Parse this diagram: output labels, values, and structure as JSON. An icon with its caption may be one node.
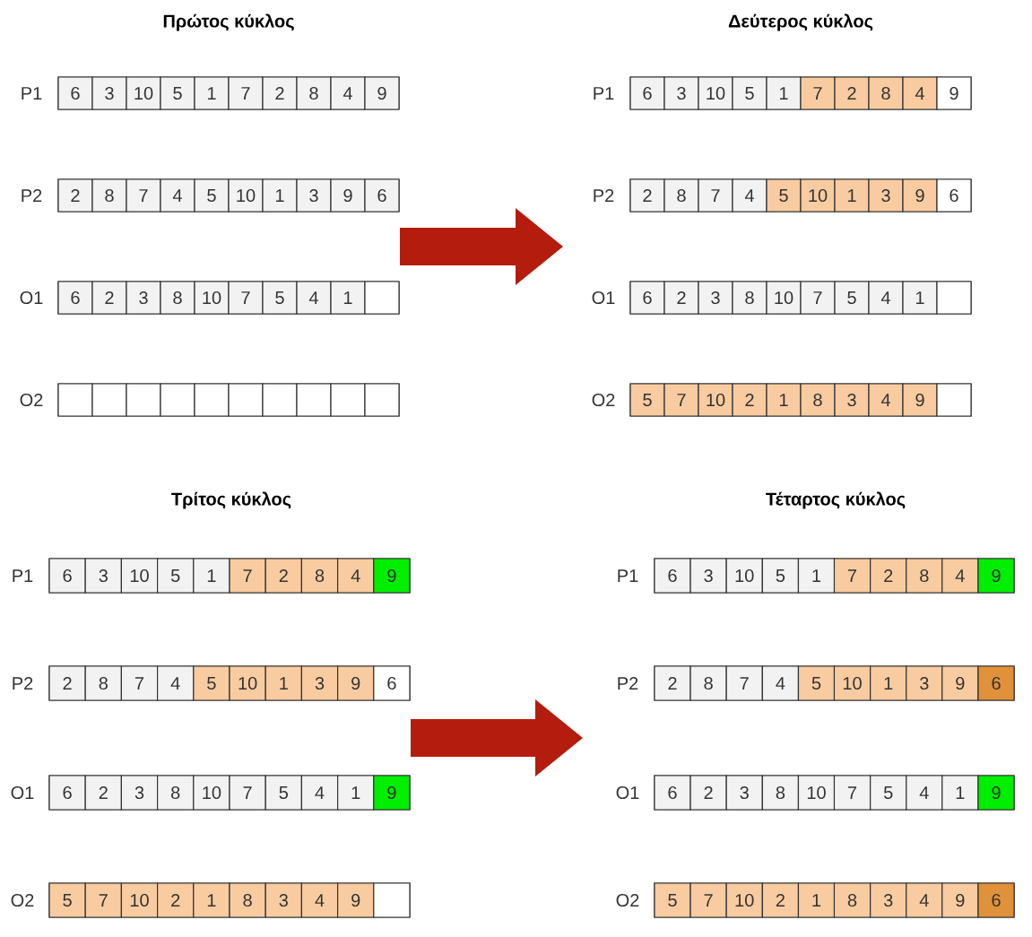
{
  "diagram": {
    "nodes": [
      {
        "text": [],
        "shape": "box",
        "beside": [
          "P1"
        ]
      },
      {
        "text": [
          "6"
        ],
        "in": 0
      },
      {
        "text": [
          "3"
        ],
        "in": 0
      },
      {
        "text": [
          "10"
        ],
        "in": 0
      },
      {
        "text": [
          "5"
        ],
        "in": 0
      },
      {
        "text": [
          "1"
        ],
        "in": 0
      },
      {
        "text": [
          "7"
        ],
        "in": 0
      },
      {
        "text": [
          "2"
        ],
        "in": 0
      },
      {
        "text": [
          "8"
        ],
        "in": 0
      },
      {
        "text": [
          "4"
        ],
        "in": 0
      },
      {
        "text": [
          "9"
        ],
        "in": 0
      },
      {
        "text": [],
        "shape": "box",
        "beside": [
          "P2"
        ]
      },
      {
        "text": [
          "2"
        ],
        "in": 11
      },
      {
        "text": [
          "8"
        ],
        "in": 11
      },
      {
        "text": [
          "7"
        ],
        "in": 11
      },
      {
        "text": [
          "4"
        ],
        "in": 11
      },
      {
        "text": [
          "5"
        ],
        "in": 11
      },
      {
        "text": [
          "10"
        ],
        "in": 11
      },
      {
        "text": [
          "1"
        ],
        "in": 11
      },
      {
        "text": [
          "3"
        ],
        "in": 11
      },
      {
        "text": [
          "9"
        ],
        "in": 11
      },
      {
        "text": [
          "6"
        ],
        "in": 11
      },
      {
        "text": [],
        "shape": "box",
        "beside": [
          "O1"
        ]
      },
      {
        "text": [
          "6"
        ],
        "in": 22
      },
      {
        "text": [
          "2"
        ],
        "in": 22
      },
      {
        "text": [
          "3"
        ],
        "in": 22
      },
      {
        "text": [
          "8"
        ],
        "in": 22
      },
      {
        "text": [
          "10"
        ],
        "in": 22
      },
      {
        "text": [
          "7"
        ],
        "in": 22
      },
      {
        "text": [
          "5"
        ],
        "in": 22
      },
      {
        "text": [
          "4"
        ],
        "in": 22
      },
      {
        "text": [
          "1"
        ],
        "in": 22
      },
      {
        "text": [],
        "shape": "box",
        "in": 22
      },
      {
        "text": [],
        "shape": "box",
        "beside": [
          "O2"
        ]
      },
      {
        "text": [],
        "shape": "box",
        "in": 33
      },
      {
        "text": [],
        "shape": "box",
        "in": 33
      },
      {
        "text": [],
        "shape": "box",
        "in": 33
      },
      {
        "text": [],
        "shape": "box",
        "in": 33
      },
      {
        "text": [],
        "shape": "box",
        "in": 33
      },
      {
        "text": [],
        "shape": "box",
        "in": 33
      },
      {
        "text": [],
        "shape": "box",
        "in": 33
      },
      {
        "text": [],
        "shape": "box",
        "in": 33
      },
      {
        "text": [],
        "shape": "box",
        "in": 33
      },
      {
        "text": [],
        "shape": "box",
        "in": 33
      },
      {
        "text": [],
        "shape": "box",
        "beside": [
          "P1"
        ]
      },
      {
        "text": [
          "6"
        ],
        "in": 44
      },
      {
        "text": [
          "3"
        ],
        "in": 44
      },
      {
        "text": [
          "10"
        ],
        "in": 44
      },
      {
        "text": [
          "5"
        ],
        "in": 44
      },
      {
        "text": [
          "1"
        ],
        "in": 44
      },
      {
        "text": [
          "7"
        ],
        "in": 44
      },
      {
        "text": [
          "2"
        ],
        "in": 44
      },
      {
        "text": [
          "8"
        ],
        "in": 44
      },
      {
        "text": [
          "4"
        ],
        "in": 44
      },
      {
        "text": [
          "9"
        ],
        "in": 44
      },
      {
        "text": [],
        "shape": "box",
        "beside": [
          "P2"
        ]
      },
      {
        "text": [
          "2"
        ],
        "in": 55
      },
      {
        "text": [
          "8"
        ],
        "in": 55
      },
      {
        "text": [
          "7"
        ],
        "in": 55
      },
      {
        "text": [
          "4"
        ],
        "in": 55
      },
      {
        "text": [
          "5"
        ],
        "in": 55
      },
      {
        "text": [
          "10"
        ],
        "in": 55
      },
      {
        "text": [
          "1"
        ],
        "in": 55
      },
      {
        "text": [
          "3"
        ],
        "in": 55
      },
      {
        "text": [
          "9"
        ],
        "in": 55
      },
      {
        "text": [
          "6"
        ],
        "in": 55
      },
      {
        "text": [],
        "shape": "box",
        "beside": [
          "O1"
        ]
      },
      {
        "text": [
          "6"
        ],
        "in": 66
      },
      {
        "text": [
          "2"
        ],
        "in": 66
      },
      {
        "text": [
          "3"
        ],
        "in": 66
      },
      {
        "text": [
          "8"
        ],
        "in": 66
      },
      {
        "text": [
          "10"
        ],
        "in": 66
      },
      {
        "text": [
          "7"
        ],
        "in": 66
      },
      {
        "text": [
          "5"
        ],
        "in": 66
      },
      {
        "text": [
          "4"
        ],
        "in": 66
      },
      {
        "text": [
          "1"
        ],
        "in": 66
      },
      {
        "text": [],
        "shape": "box",
        "in": 66
      },
      {
        "text": [],
        "shape": "box",
        "beside": [
          "O2"
        ]
      },
      {
        "text": [
          "5"
        ],
        "in": 77
      },
      {
        "text": [
          "7"
        ],
        "in": 77
      },
      {
        "text": [
          "10"
        ],
        "in": 77
      },
      {
        "text": [
          "2"
        ],
        "in": 77
      },
      {
        "text": [
          "1"
        ],
        "in": 77
      },
      {
        "text": [
          "8"
        ],
        "in": 77
      },
      {
        "text": [
          "3"
        ],
        "in": 77
      },
      {
        "text": [
          "4"
        ],
        "in": 77
      },
      {
        "text": [
          "9"
        ],
        "in": 77
      },
      {
        "text": [],
        "shape": "box",
        "in": 77
      },
      {
        "text": [],
        "shape": "box",
        "beside": [
          "P1"
        ]
      },
      {
        "text": [
          "6"
        ],
        "in": 88
      },
      {
        "text": [
          "3"
        ],
        "in": 88
      },
      {
        "text": [
          "10"
        ],
        "in": 88
      },
      {
        "text": [
          "5"
        ],
        "in": 88
      },
      {
        "text": [
          "1"
        ],
        "in": 88
      },
      {
        "text": [
          "7"
        ],
        "in": 88
      },
      {
        "text": [
          "2"
        ],
        "in": 88
      },
      {
        "text": [
          "8"
        ],
        "in": 88
      },
      {
        "text": [
          "4"
        ],
        "in": 88
      },
      {
        "text": [
          "9"
        ],
        "in": 88
      },
      {
        "text": [],
        "shape": "box",
        "beside": [
          "P2"
        ]
      },
      {
        "text": [
          "2"
        ],
        "in": 99
      },
      {
        "text": [
          "8"
        ],
        "in": 99
      },
      {
        "text": [
          "7"
        ],
        "in": 99
      },
      {
        "text": [
          "4"
        ],
        "in": 99
      },
      {
        "text": [
          "5"
        ],
        "in": 99
      },
      {
        "text": [
          "10"
        ],
        "in": 99
      },
      {
        "text": [
          "1"
        ],
        "in": 99
      },
      {
        "text": [
          "3"
        ],
        "in": 99
      },
      {
        "text": [
          "9"
        ],
        "in": 99
      },
      {
        "text": [
          "6"
        ],
        "in": 99
      },
      {
        "text": [],
        "shape": "box",
        "beside": [
          "O1"
        ]
      },
      {
        "text": [
          "6"
        ],
        "in": 110
      },
      {
        "text": [
          "2"
        ],
        "in": 110
      },
      {
        "text": [
          "3"
        ],
        "in": 110
      },
      {
        "text": [
          "8"
        ],
        "in": 110
      },
      {
        "text": [
          "10"
        ],
        "in": 110
      },
      {
        "text": [
          "7"
        ],
        "in": 110
      },
      {
        "text": [
          "5"
        ],
        "in": 110
      },
      {
        "text": [
          "4"
        ],
        "in": 110
      },
      {
        "text": [
          "1"
        ],
        "in": 110
      },
      {
        "text": [
          "9"
        ],
        "in": 110
      },
      {
        "text": [],
        "shape": "box",
        "beside": [
          "O2"
        ]
      },
      {
        "text": [
          "5"
        ],
        "in": 121
      },
      {
        "text": [
          "7"
        ],
        "in": 121
      },
      {
        "text": [
          "10"
        ],
        "in": 121
      },
      {
        "text": [
          "2"
        ],
        "in": 121
      },
      {
        "text": [
          "1"
        ],
        "in": 121
      },
      {
        "text": [
          "8"
        ],
        "in": 121
      },
      {
        "text": [
          "3"
        ],
        "in": 121
      },
      {
        "text": [
          "4"
        ],
        "in": 121
      },
      {
        "text": [
          "9"
        ],
        "in": 121
      },
      {
        "text": [],
        "shape": "box",
        "in": 121
      },
      {
        "text": [],
        "shape": "box",
        "beside": [
          "P1"
        ]
      },
      {
        "text": [
          "6"
        ],
        "in": 132
      },
      {
        "text": [
          "3"
        ],
        "in": 132
      },
      {
        "text": [
          "10"
        ],
        "in": 132
      },
      {
        "text": [
          "5"
        ],
        "in": 132
      },
      {
        "text": [
          "1"
        ],
        "in": 132
      },
      {
        "text": [
          "7"
        ],
        "in": 132
      },
      {
        "text": [
          "2"
        ],
        "in": 132
      },
      {
        "text": [
          "8"
        ],
        "in": 132
      },
      {
        "text": [
          "4"
        ],
        "in": 132
      },
      {
        "text": [
          "9"
        ],
        "in": 132
      },
      {
        "text": [],
        "shape": "box",
        "beside": [
          "P2"
        ]
      },
      {
        "text": [
          "2"
        ],
        "in": 143
      },
      {
        "text": [
          "8"
        ],
        "in": 143
      },
      {
        "text": [
          "7"
        ],
        "in": 143
      },
      {
        "text": [
          "4"
        ],
        "in": 143
      },
      {
        "text": [
          "5"
        ],
        "in": 143
      },
      {
        "text": [
          "10"
        ],
        "in": 143
      },
      {
        "text": [
          "1"
        ],
        "in": 143
      },
      {
        "text": [
          "3"
        ],
        "in": 143
      },
      {
        "text": [
          "9"
        ],
        "in": 143
      },
      {
        "text": [
          "6"
        ],
        "in": 143
      },
      {
        "text": [],
        "shape": "box",
        "beside": [
          "O1"
        ]
      },
      {
        "text": [
          "6"
        ],
        "in": 154
      },
      {
        "text": [
          "2"
        ],
        "in": 154
      },
      {
        "text": [
          "3"
        ],
        "in": 154
      },
      {
        "text": [
          "8"
        ],
        "in": 154
      },
      {
        "text": [
          "10"
        ],
        "in": 154
      },
      {
        "text": [
          "7"
        ],
        "in": 154
      },
      {
        "text": [
          "5"
        ],
        "in": 154
      },
      {
        "text": [
          "4"
        ],
        "in": 154
      },
      {
        "text": [
          "1"
        ],
        "in": 154
      },
      {
        "text": [
          "9"
        ],
        "in": 154
      },
      {
        "text": [],
        "shape": "box",
        "beside": [
          "O2"
        ]
      },
      {
        "text": [
          "5"
        ],
        "in": 165
      },
      {
        "text": [
          "7"
        ],
        "in": 165
      },
      {
        "text": [
          "10"
        ],
        "in": 165
      },
      {
        "text": [
          "2"
        ],
        "in": 165
      },
      {
        "text": [
          "1"
        ],
        "in": 165
      },
      {
        "text": [
          "8"
        ],
        "in": 165
      },
      {
        "text": [
          "3"
        ],
        "in": 165
      },
      {
        "text": [
          "4"
        ],
        "in": 165
      },
      {
        "text": [
          "9"
        ],
        "in": 165
      },
      {
        "text": [
          "6"
        ],
        "in": 165
      }
    ],
    "labels": [
      "Πρώτος κύκλος",
      "Δεύτερος κύκλος",
      "Τρίτος κύκλος",
      "Τέταρτος κύκλος"
    ]
  }
}
